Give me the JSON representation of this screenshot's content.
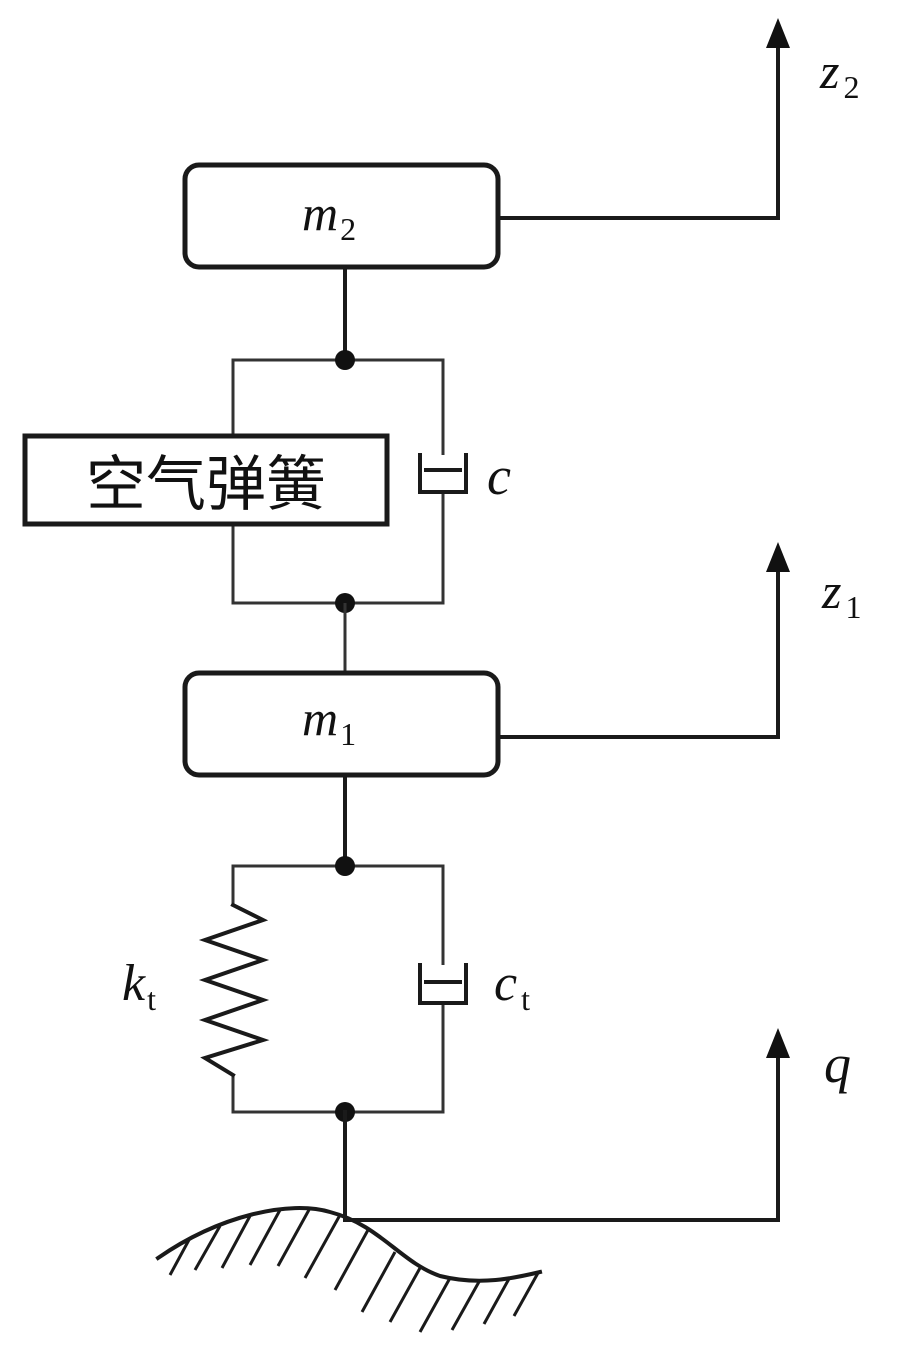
{
  "labels": {
    "m2": {
      "main": "m",
      "sub": "2"
    },
    "m1": {
      "main": "m",
      "sub": "1"
    },
    "z2": {
      "main": "z",
      "sub": "2"
    },
    "z1": {
      "main": "z",
      "sub": "1"
    },
    "c": {
      "main": "c"
    },
    "kt": {
      "main": "k",
      "sub": "t"
    },
    "ct": {
      "main": "c",
      "sub": "t"
    },
    "q": {
      "main": "q"
    },
    "air_spring": "空气弹簧"
  }
}
